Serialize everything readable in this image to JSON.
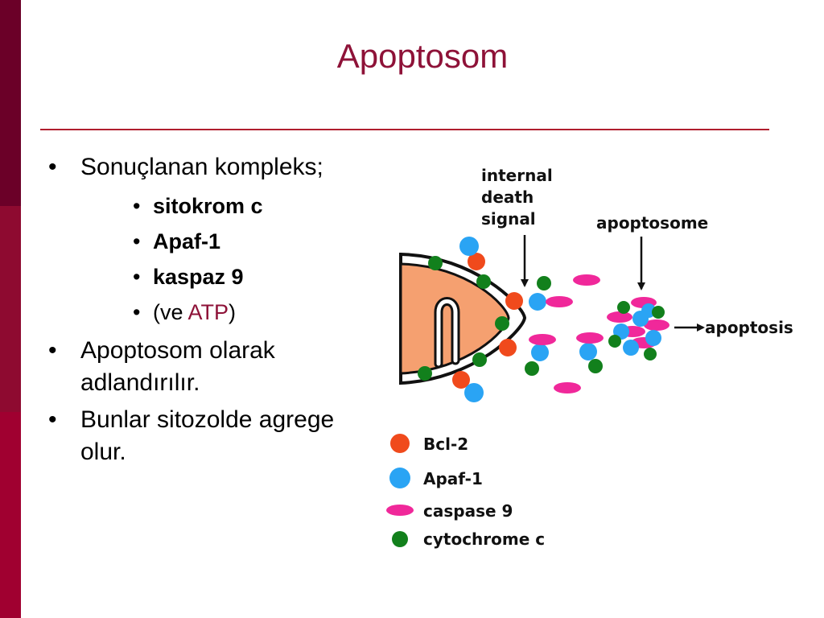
{
  "slide": {
    "title": "Apoptosom",
    "colors": {
      "title": "#8e1238",
      "rule": "#b01e2e",
      "bar_top": "#6b0028",
      "bar_bottom": "#a00030"
    }
  },
  "bullets": {
    "b1": "Sonuçlanan kompleks;",
    "subs": [
      "sitokrom c",
      "Apaf-1",
      "kaspaz 9"
    ],
    "atp_prefix": "(ve ",
    "atp": "ATP",
    "atp_suffix": ")",
    "b2_line1": "Apoptosom olarak",
    "b2_line2": "adlandırılır.",
    "b3_line1": "Bunlar sitozolde agrege",
    "b3_line2": "olur."
  },
  "diagram": {
    "label_internal_1": "internal",
    "label_internal_2": "death",
    "label_internal_3": "signal",
    "label_apoptosome": "apoptosome",
    "label_apoptosis": "apoptosis",
    "legend": {
      "bcl2": "Bcl-2",
      "apaf1": "Apaf-1",
      "caspase9": "caspase 9",
      "cytochrome": "cytochrome c"
    },
    "colors": {
      "bcl2": "#f04a1c",
      "apaf1": "#2aa4f4",
      "caspase9": "#f0289a",
      "cytochrome": "#12801c",
      "mito_fill": "#f5a070"
    }
  }
}
